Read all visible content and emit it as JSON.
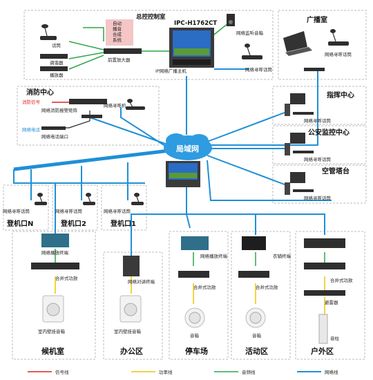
{
  "control_room": {
    "title": "总控控制室",
    "host": "IPC-H1762CT",
    "auto": [
      "自动",
      "播音",
      "合成",
      "系统"
    ],
    "mic": "话筒",
    "tuner": "调谐器",
    "player": "播放器",
    "preamp": "前置放大器",
    "monitor": "网络监听音箱",
    "broadcast_host": "IP网络广播主机",
    "network_mic": "网络寻呼话筒"
  },
  "broadcast_room": {
    "title": "广播室",
    "mic": "网络寻呼话筒"
  },
  "fire_center": {
    "title": "消防中心",
    "fire_signal": "消防信号",
    "fire_matrix": "网络消防报警矩阵",
    "phone": "网络电话",
    "phone_port": "网络电话端口",
    "paging": "网络寻呼机"
  },
  "command_center": {
    "title": "指挥中心",
    "mic": "网络寻呼话筒"
  },
  "police_center": {
    "title": "公安监控中心",
    "mic": "网络寻呼话筒"
  },
  "tower": {
    "title": "空管塔台",
    "mic": "网络寻呼话筒"
  },
  "lan": "局域网",
  "gates": {
    "mic": "网络寻呼话筒",
    "n": "登机口N",
    "g2": "登机口2",
    "g1": "登机口1"
  },
  "zones": {
    "waiting": {
      "title": "候机室",
      "terminal": "网络播放终端",
      "amp": "合并式功放",
      "speaker": "室内壁挂音箱"
    },
    "office": {
      "title": "办公区",
      "intercom": "网络对讲终端",
      "speaker": "室内壁挂音箱"
    },
    "parking": {
      "title": "停车场",
      "terminal": "网络播放终端",
      "amp": "合并式功放",
      "speaker": "音箱"
    },
    "activity": {
      "title": "活动区",
      "terminal": "衣辅终端",
      "amp": "合并式功放",
      "speaker": "音箱"
    },
    "outdoor": {
      "title": "户外区",
      "amp": "合并式功放",
      "horn": "避雷器",
      "column": "音柱"
    }
  },
  "legend": {
    "signal": "信号线",
    "power": "功率线",
    "audio": "音频线",
    "network": "网络线",
    "colors": {
      "signal": "#e02020",
      "power": "#f2c200",
      "audio": "#28a745",
      "network": "#1f8fd6"
    }
  }
}
